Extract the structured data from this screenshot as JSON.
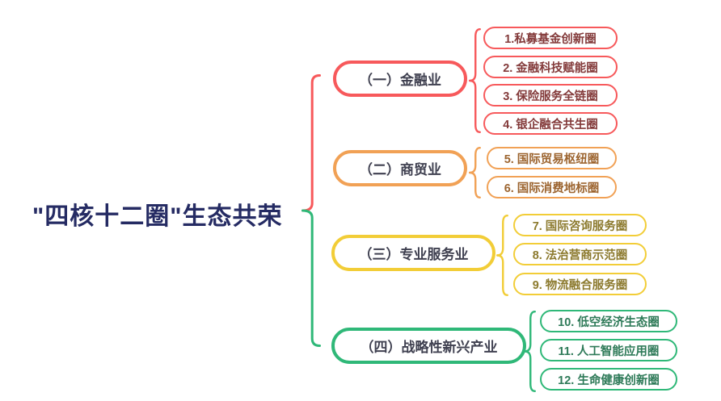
{
  "title": "\"四核十二圈\"生态共荣",
  "colors": {
    "background": "#ffffff",
    "red": "#f7595b",
    "orange": "#f1a155",
    "yellow": "#f2cd37",
    "green": "#2fb878",
    "title_navy": "#252b63",
    "branch_text": "#3f4050",
    "red_text": "#833a3a",
    "orange_text": "#9c642f",
    "yellow_text": "#8c7a2e",
    "green_text": "#2e7a58"
  },
  "branches": [
    {
      "label": "（一）金融业",
      "color": "red",
      "items": [
        "1.私募基金创新圈",
        "2. 金融科技赋能圈",
        "3. 保险服务全链圈",
        "4. 银企融合共生圈"
      ]
    },
    {
      "label": "（二）商贸业",
      "color": "orange",
      "items": [
        "5. 国际贸易枢纽圈",
        "6. 国际消费地标圈"
      ]
    },
    {
      "label": "（三）专业服务业",
      "color": "yellow",
      "items": [
        "7. 国际咨询服务圈",
        "8. 法治营商示范圈",
        "9. 物流融合服务圈"
      ]
    },
    {
      "label": "（四）战略性新兴产业",
      "color": "green",
      "items": [
        "10. 低空经济生态圈",
        "11. 人工智能应用圈",
        "12. 生命健康创新圈"
      ]
    }
  ]
}
